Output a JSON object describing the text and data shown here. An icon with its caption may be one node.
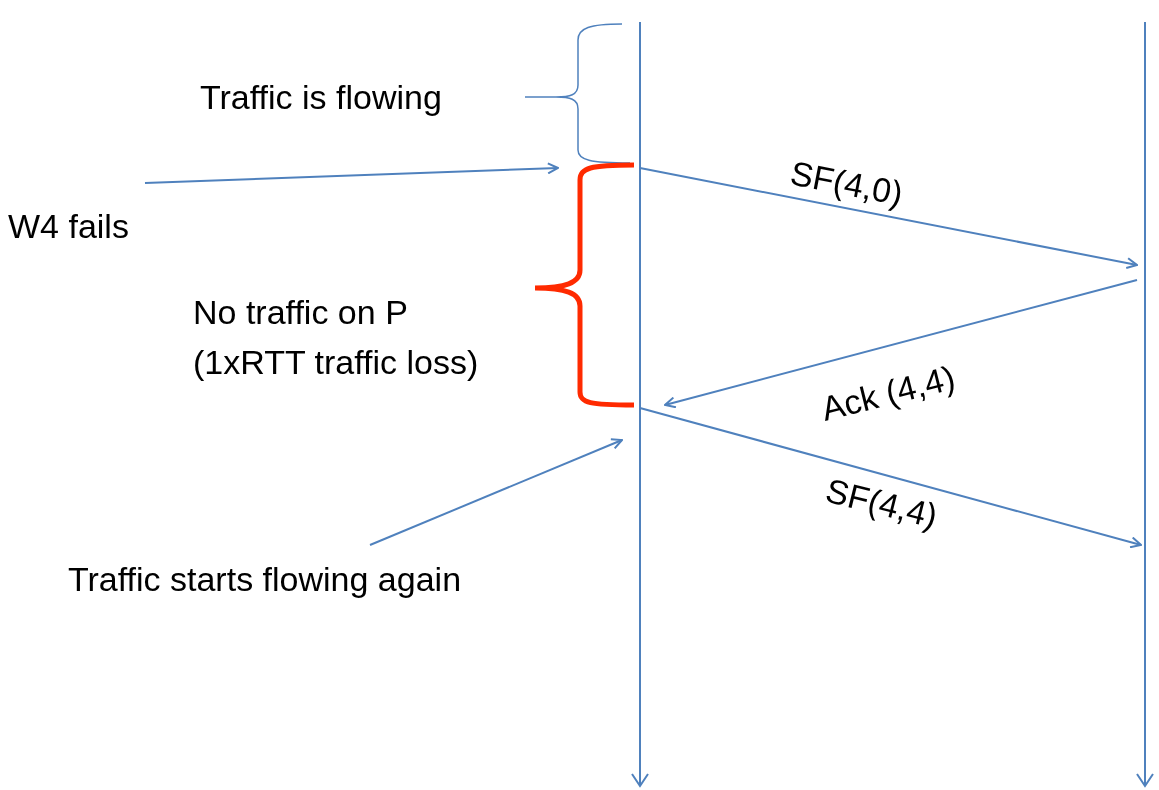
{
  "diagram": {
    "nodes": [
      {
        "text": [],
        "shape": "line"
      },
      {
        "text": [],
        "shape": "line"
      },
      {
        "text": [
          "W4 fails"
        ]
      },
      {
        "text": [
          "Traffic starts flowing again"
        ]
      }
    ],
    "edges": [
      {
        "from": 0,
        "to": 1,
        "arrow": "to",
        "label": "SF(4,0)"
      },
      {
        "from": 1,
        "to": 0,
        "arrow": "to",
        "label": "Ack (4,4)"
      },
      {
        "from": 0,
        "to": 1,
        "arrow": "to",
        "label": "SF(4,4)"
      },
      {
        "from": 2,
        "to": 0,
        "arrow": "to"
      },
      {
        "from": 3,
        "to": 0,
        "arrow": "to"
      }
    ],
    "labels": [
      "Traffic is flowing",
      "No traffic on P (1xRTT traffic loss)"
    ]
  }
}
